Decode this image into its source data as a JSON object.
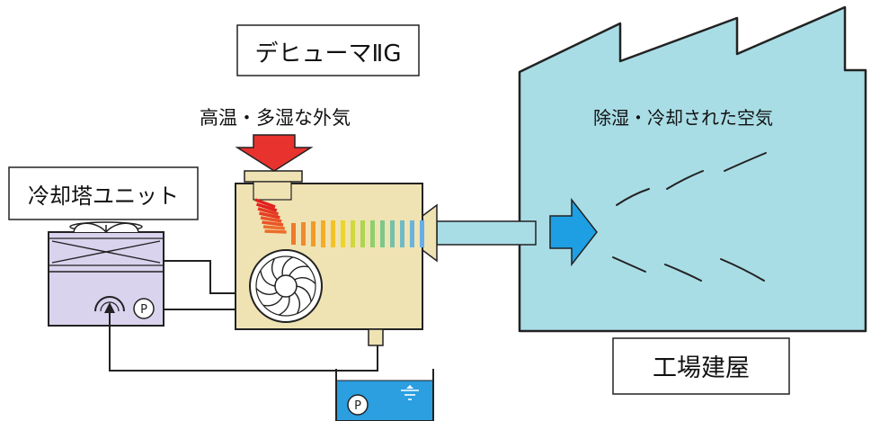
{
  "labels": {
    "product_name": "デヒューマⅡG",
    "intake_air": "高温・多湿な外気",
    "cooling_tower": "冷却塔ユニット",
    "output_air": "除湿・冷却された空気",
    "factory": "工場建屋",
    "pump_symbol": "P"
  },
  "colors": {
    "factory_fill": "#a9dde6",
    "machine_fill": "#efe3b3",
    "tower_fill": "#d9d3ee",
    "duct_fill": "#a9dde6",
    "tank_water": "#2b9fe0",
    "intake_arrow": "#e8322e",
    "output_arrow": "#1e9fe4",
    "line": "#222222"
  }
}
